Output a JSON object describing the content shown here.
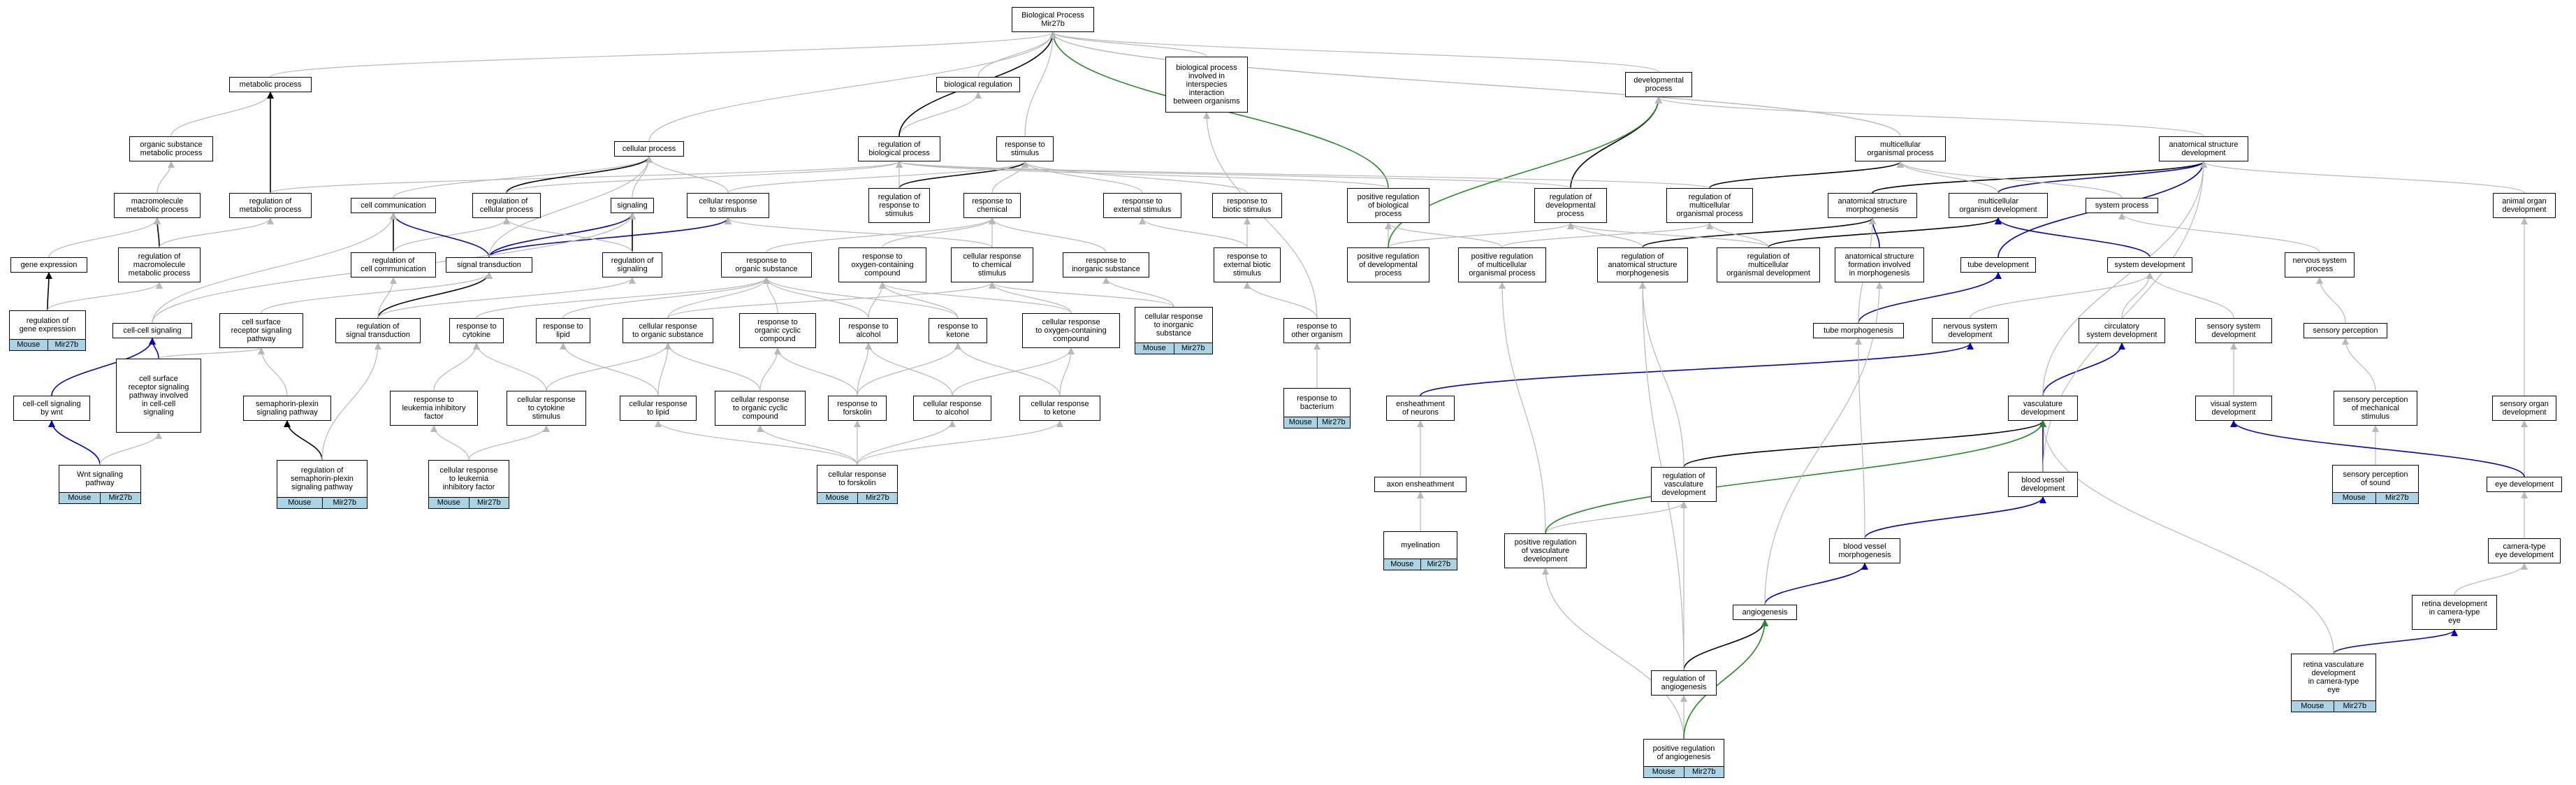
{
  "colors": {
    "gray_edge": "#b8b8b8",
    "black_edge": "#000000",
    "green_edge": "#228b22",
    "blue_edge": "#0000cc",
    "tag_bg": "#a8d4e6"
  },
  "nodes": [
    {
      "id": "bp",
      "label": "Biological Process\nMir27b"
    },
    {
      "id": "metab",
      "label": "metabolic process"
    },
    {
      "id": "bioreg",
      "label": "biological regulation"
    },
    {
      "id": "interspecies",
      "label": "biological process\ninvolved in\ninterspecies\ninteraction\nbetween organisms"
    },
    {
      "id": "devproc",
      "label": "developmental\nprocess"
    },
    {
      "id": "orgsub",
      "label": "organic substance\nmetabolic process"
    },
    {
      "id": "cellproc",
      "label": "cellular process"
    },
    {
      "id": "regbio",
      "label": "regulation of\nbiological process"
    },
    {
      "id": "respstim",
      "label": "response to\nstimulus"
    },
    {
      "id": "multiorg",
      "label": "multicellular\norganismal process"
    },
    {
      "id": "anatdev",
      "label": "anatomical structure\ndevelopment"
    },
    {
      "id": "macro",
      "label": "macromolecule\nmetabolic process"
    },
    {
      "id": "regmetab",
      "label": "regulation of\nmetabolic process"
    },
    {
      "id": "cellcomm",
      "label": "cell communication"
    },
    {
      "id": "regcellproc",
      "label": "regulation of\ncellular process"
    },
    {
      "id": "signaling",
      "label": "signaling"
    },
    {
      "id": "cellrespstim",
      "label": "cellular response\nto stimulus"
    },
    {
      "id": "regrespstim",
      "label": "regulation of\nresponse to\nstimulus"
    },
    {
      "id": "respchem",
      "label": "response to\nchemical"
    },
    {
      "id": "respext",
      "label": "response to\nexternal stimulus"
    },
    {
      "id": "respbiotic",
      "label": "response to\nbiotic stimulus"
    },
    {
      "id": "posregbio",
      "label": "positive regulation\nof biological\nprocess"
    },
    {
      "id": "regdev",
      "label": "regulation of\ndevelopmental\nprocess"
    },
    {
      "id": "regmultiorg",
      "label": "regulation of\nmulticellular\norganismal process"
    },
    {
      "id": "anatmorph",
      "label": "anatomical structure\nmorphogenesis"
    },
    {
      "id": "multidev",
      "label": "multicellular\norganism development"
    },
    {
      "id": "sysproc",
      "label": "system process"
    },
    {
      "id": "animalorgan",
      "label": "animal organ\ndevelopment"
    },
    {
      "id": "geneexp",
      "label": "gene expression"
    },
    {
      "id": "regmacro",
      "label": "regulation of\nmacromolecule\nmetabolic process"
    },
    {
      "id": "regcellcomm",
      "label": "regulation of\ncell communication"
    },
    {
      "id": "sigtrans",
      "label": "signal transduction"
    },
    {
      "id": "regsignaling",
      "label": "regulation of\nsignaling"
    },
    {
      "id": "resporgsub",
      "label": "response to\norganic substance"
    },
    {
      "id": "respoxy",
      "label": "response to\noxygen-containing\ncompound"
    },
    {
      "id": "cellrespchem",
      "label": "cellular response\nto chemical\nstimulus"
    },
    {
      "id": "respinorg",
      "label": "response to\ninorganic substance"
    },
    {
      "id": "respextbiotic",
      "label": "response to\nexternal biotic\nstimulus"
    },
    {
      "id": "posregdev",
      "label": "positive regulation\nof developmental\nprocess"
    },
    {
      "id": "posregmultiorg",
      "label": "positive regulation\nof multicellular\norganismal process"
    },
    {
      "id": "reganatmorph",
      "label": "regulation of\nanatomical structure\nmorphogenesis"
    },
    {
      "id": "regmultidev",
      "label": "regulation of\nmulticellular\norganismal development"
    },
    {
      "id": "anatformmorph",
      "label": "anatomical structure\nformation involved\nin morphogenesis"
    },
    {
      "id": "tubedev",
      "label": "tube development"
    },
    {
      "id": "sysdev",
      "label": "system development"
    },
    {
      "id": "nsproc",
      "label": "nervous system\nprocess"
    },
    {
      "id": "regGeneExp",
      "label": "regulation of\ngene expression",
      "tags": [
        "Mouse",
        "Mir27b"
      ]
    },
    {
      "id": "cellcellsig",
      "label": "cell-cell signaling"
    },
    {
      "id": "cellsurf",
      "label": "cell surface\nreceptor signaling\npathway"
    },
    {
      "id": "regsigtrans",
      "label": "regulation of\nsignal transduction"
    },
    {
      "id": "respcyto",
      "label": "response to\ncytokine"
    },
    {
      "id": "resplipid",
      "label": "response to\nlipid"
    },
    {
      "id": "cellresporgsub",
      "label": "cellular response\nto organic substance"
    },
    {
      "id": "resporgcyc",
      "label": "response to\norganic cyclic\ncompound"
    },
    {
      "id": "respalc",
      "label": "response to\nalcohol"
    },
    {
      "id": "respket",
      "label": "response to\nketone"
    },
    {
      "id": "cellrespoxy",
      "label": "cellular response\nto oxygen-containing\ncompound"
    },
    {
      "id": "cellrespinorg",
      "label": "cellular response\nto inorganic\nsubstance",
      "tags": [
        "Mouse",
        "Mir27b"
      ]
    },
    {
      "id": "respother",
      "label": "response to\nother organism"
    },
    {
      "id": "tubemorph",
      "label": "tube morphogenesis"
    },
    {
      "id": "nsdev",
      "label": "nervous system\ndevelopment"
    },
    {
      "id": "circdev",
      "label": "circulatory\nsystem development"
    },
    {
      "id": "sensdev",
      "label": "sensory system\ndevelopment"
    },
    {
      "id": "sensperc",
      "label": "sensory perception"
    },
    {
      "id": "cellcellwnt",
      "label": "cell-cell signaling\nby wnt"
    },
    {
      "id": "cellsurfcc",
      "label": "cell surface\nreceptor signaling\npathway involved\nin cell-cell\nsignaling"
    },
    {
      "id": "semaphorin",
      "label": "semaphorin-plexin\nsignaling pathway"
    },
    {
      "id": "respleuk",
      "label": "response to\nleukemia inhibitory\nfactor"
    },
    {
      "id": "cellrespcyto",
      "label": "cellular response\nto cytokine\nstimulus"
    },
    {
      "id": "cellresplipid",
      "label": "cellular response\nto lipid"
    },
    {
      "id": "cellresporgcyc",
      "label": "cellular response\nto organic cyclic\ncompound"
    },
    {
      "id": "respforsk",
      "label": "response to\nforskolin"
    },
    {
      "id": "cellrespalc",
      "label": "cellular response\nto alcohol"
    },
    {
      "id": "cellrespket",
      "label": "cellular response\nto ketone"
    },
    {
      "id": "respbact",
      "label": "response to\nbacterium",
      "tags": [
        "Mouse",
        "Mir27b"
      ]
    },
    {
      "id": "ensheath",
      "label": "ensheathment\nof neurons"
    },
    {
      "id": "vascdev",
      "label": "vasculature\ndevelopment"
    },
    {
      "id": "visdev",
      "label": "visual system\ndevelopment"
    },
    {
      "id": "sensmech",
      "label": "sensory perception\nof mechanical\nstimulus"
    },
    {
      "id": "sensorgan",
      "label": "sensory organ\ndevelopment"
    },
    {
      "id": "wnt",
      "label": "Wnt signaling\npathway",
      "tags": [
        "Mouse",
        "Mir27b"
      ]
    },
    {
      "id": "regsema",
      "label": "regulation of\nsemaphorin-plexin\nsignaling pathway",
      "tags": [
        "Mouse",
        "Mir27b"
      ]
    },
    {
      "id": "cellrespleuk",
      "label": "cellular response\nto leukemia\ninhibitory factor",
      "tags": [
        "Mouse",
        "Mir27b"
      ]
    },
    {
      "id": "cellrespforsk",
      "label": "cellular response\nto forskolin",
      "tags": [
        "Mouse",
        "Mir27b"
      ]
    },
    {
      "id": "axon",
      "label": "axon ensheathment"
    },
    {
      "id": "regvasc",
      "label": "regulation of\nvasculature\ndevelopment"
    },
    {
      "id": "bvdev",
      "label": "blood vessel\ndevelopment"
    },
    {
      "id": "senssound",
      "label": "sensory perception\nof sound",
      "tags": [
        "Mouse",
        "Mir27b"
      ]
    },
    {
      "id": "eyedev",
      "label": "eye development"
    },
    {
      "id": "myel",
      "label": "myelination",
      "tags": [
        "Mouse",
        "Mir27b"
      ]
    },
    {
      "id": "posregvasc",
      "label": "positive regulation\nof vasculature\ndevelopment"
    },
    {
      "id": "bvmorph",
      "label": "blood vessel\nmorphogenesis"
    },
    {
      "id": "cameye",
      "label": "camera-type\neye development"
    },
    {
      "id": "angio",
      "label": "angiogenesis"
    },
    {
      "id": "retinadev",
      "label": "retina development\nin camera-type\neye"
    },
    {
      "id": "regangio",
      "label": "regulation of\nangiogenesis"
    },
    {
      "id": "retinavasc",
      "label": "retina vasculature\ndevelopment\nin camera-type\neye",
      "tags": [
        "Mouse",
        "Mir27b"
      ]
    },
    {
      "id": "posregangio",
      "label": "positive regulation\nof angiogenesis",
      "tags": [
        "Mouse",
        "Mir27b"
      ]
    }
  ],
  "edges": [
    [
      "metab",
      "bp",
      "gray"
    ],
    [
      "bioreg",
      "bp",
      "gray"
    ],
    [
      "interspecies",
      "bp",
      "gray"
    ],
    [
      "devproc",
      "bp",
      "gray"
    ],
    [
      "cellproc",
      "bp",
      "gray"
    ],
    [
      "respstim",
      "bp",
      "gray"
    ],
    [
      "multiorg",
      "bp",
      "gray"
    ],
    [
      "regbio",
      "bioreg",
      "gray"
    ],
    [
      "regbio",
      "bp",
      "black"
    ],
    [
      "posregbio",
      "bp",
      "green"
    ],
    [
      "orgsub",
      "metab",
      "gray"
    ],
    [
      "regmetab",
      "metab",
      "black"
    ],
    [
      "macro",
      "orgsub",
      "gray"
    ],
    [
      "regmetab",
      "regbio",
      "gray"
    ],
    [
      "regmacro",
      "macro",
      "black"
    ],
    [
      "regmacro",
      "regmetab",
      "gray"
    ],
    [
      "geneexp",
      "macro",
      "gray"
    ],
    [
      "regGeneExp",
      "geneexp",
      "black"
    ],
    [
      "regGeneExp",
      "regmacro",
      "gray"
    ],
    [
      "cellcomm",
      "cellproc",
      "gray"
    ],
    [
      "regcellproc",
      "cellproc",
      "black"
    ],
    [
      "regcellproc",
      "regbio",
      "gray"
    ],
    [
      "signaling",
      "cellproc",
      "gray"
    ],
    [
      "cellrespstim",
      "cellproc",
      "gray"
    ],
    [
      "cellrespstim",
      "respstim",
      "gray"
    ],
    [
      "regrespstim",
      "respstim",
      "black"
    ],
    [
      "regrespstim",
      "regbio",
      "gray"
    ],
    [
      "respchem",
      "respstim",
      "gray"
    ],
    [
      "respext",
      "respstim",
      "gray"
    ],
    [
      "respbiotic",
      "respstim",
      "gray"
    ],
    [
      "regcellcomm",
      "cellcomm",
      "black"
    ],
    [
      "regcellcomm",
      "regcellproc",
      "gray"
    ],
    [
      "sigtrans",
      "cellcomm",
      "blue"
    ],
    [
      "sigtrans",
      "signaling",
      "blue"
    ],
    [
      "sigtrans",
      "cellrespstim",
      "blue"
    ],
    [
      "sigtrans",
      "cellproc",
      "gray"
    ],
    [
      "regsignaling",
      "signaling",
      "black"
    ],
    [
      "regsignaling",
      "regcellproc",
      "gray"
    ],
    [
      "regsigtrans",
      "sigtrans",
      "black"
    ],
    [
      "regsigtrans",
      "regsignaling",
      "gray"
    ],
    [
      "regsigtrans",
      "regcellcomm",
      "gray"
    ],
    [
      "cellcellsig",
      "cellcomm",
      "gray"
    ],
    [
      "cellcellsig",
      "signaling",
      "gray"
    ],
    [
      "cellsurf",
      "sigtrans",
      "gray"
    ],
    [
      "cellcellwnt",
      "cellcellsig",
      "blue"
    ],
    [
      "cellsurfcc",
      "cellcellsig",
      "blue"
    ],
    [
      "cellsurfcc",
      "cellsurf",
      "gray"
    ],
    [
      "wnt",
      "cellcellwnt",
      "blue"
    ],
    [
      "wnt",
      "cellsurfcc",
      "gray"
    ],
    [
      "semaphorin",
      "cellsurf",
      "gray"
    ],
    [
      "regsema",
      "semaphorin",
      "black"
    ],
    [
      "regsema",
      "regsigtrans",
      "gray"
    ],
    [
      "resporgsub",
      "respchem",
      "gray"
    ],
    [
      "respoxy",
      "respchem",
      "gray"
    ],
    [
      "cellrespchem",
      "respchem",
      "gray"
    ],
    [
      "cellrespchem",
      "cellrespstim",
      "gray"
    ],
    [
      "respinorg",
      "respchem",
      "gray"
    ],
    [
      "cellrespinorg",
      "respinorg",
      "gray"
    ],
    [
      "cellrespinorg",
      "cellrespchem",
      "gray"
    ],
    [
      "respcyto",
      "resporgsub",
      "gray"
    ],
    [
      "resplipid",
      "resporgsub",
      "gray"
    ],
    [
      "cellresporgsub",
      "resporgsub",
      "gray"
    ],
    [
      "cellresporgsub",
      "cellrespchem",
      "gray"
    ],
    [
      "resporgcyc",
      "resporgsub",
      "gray"
    ],
    [
      "respalc",
      "respoxy",
      "gray"
    ],
    [
      "respalc",
      "resporgsub",
      "gray"
    ],
    [
      "respket",
      "respoxy",
      "gray"
    ],
    [
      "respket",
      "resporgsub",
      "gray"
    ],
    [
      "cellrespoxy",
      "respoxy",
      "gray"
    ],
    [
      "cellrespoxy",
      "cellrespchem",
      "gray"
    ],
    [
      "respleuk",
      "respcyto",
      "gray"
    ],
    [
      "cellrespcyto",
      "respcyto",
      "gray"
    ],
    [
      "cellrespcyto",
      "cellresporgsub",
      "gray"
    ],
    [
      "cellrespleuk",
      "respleuk",
      "gray"
    ],
    [
      "cellrespleuk",
      "cellrespcyto",
      "gray"
    ],
    [
      "cellresplipid",
      "resplipid",
      "gray"
    ],
    [
      "cellresplipid",
      "cellresporgsub",
      "gray"
    ],
    [
      "cellresporgcyc",
      "resporgcyc",
      "gray"
    ],
    [
      "cellresporgcyc",
      "cellresporgsub",
      "gray"
    ],
    [
      "respforsk",
      "resporgcyc",
      "gray"
    ],
    [
      "respforsk",
      "respalc",
      "gray"
    ],
    [
      "respforsk",
      "respket",
      "gray"
    ],
    [
      "cellrespalc",
      "respalc",
      "gray"
    ],
    [
      "cellrespalc",
      "cellrespoxy",
      "gray"
    ],
    [
      "cellrespket",
      "respket",
      "gray"
    ],
    [
      "cellrespket",
      "cellrespoxy",
      "gray"
    ],
    [
      "cellrespforsk",
      "respforsk",
      "gray"
    ],
    [
      "cellrespforsk",
      "cellresporgcyc",
      "gray"
    ],
    [
      "cellrespforsk",
      "cellrespalc",
      "gray"
    ],
    [
      "cellrespforsk",
      "cellrespket",
      "gray"
    ],
    [
      "cellrespforsk",
      "cellresplipid",
      "gray"
    ],
    [
      "respextbiotic",
      "respext",
      "gray"
    ],
    [
      "respextbiotic",
      "respbiotic",
      "gray"
    ],
    [
      "respother",
      "respextbiotic",
      "gray"
    ],
    [
      "respother",
      "interspecies",
      "gray"
    ],
    [
      "respbact",
      "respother",
      "gray"
    ],
    [
      "posregbio",
      "regbio",
      "gray"
    ],
    [
      "regdev",
      "devproc",
      "black"
    ],
    [
      "regdev",
      "regbio",
      "gray"
    ],
    [
      "posregdev",
      "posregbio",
      "gray"
    ],
    [
      "posregdev",
      "regdev",
      "gray"
    ],
    [
      "posregdev",
      "devproc",
      "green"
    ],
    [
      "regmultiorg",
      "multiorg",
      "black"
    ],
    [
      "regmultiorg",
      "regbio",
      "gray"
    ],
    [
      "posregmultiorg",
      "regmultiorg",
      "gray"
    ],
    [
      "posregmultiorg",
      "posregbio",
      "gray"
    ],
    [
      "anatdev",
      "devproc",
      "gray"
    ],
    [
      "multiorg",
      "bp",
      "gray"
    ],
    [
      "anatmorph",
      "anatdev",
      "black"
    ],
    [
      "multidev",
      "anatdev",
      "blue"
    ],
    [
      "multidev",
      "multiorg",
      "gray"
    ],
    [
      "sysproc",
      "multiorg",
      "gray"
    ],
    [
      "animalorgan",
      "anatdev",
      "gray"
    ],
    [
      "reganatmorph",
      "anatmorph",
      "black"
    ],
    [
      "reganatmorph",
      "regdev",
      "gray"
    ],
    [
      "regmultidev",
      "multidev",
      "black"
    ],
    [
      "regmultidev",
      "regmultiorg",
      "gray"
    ],
    [
      "regmultidev",
      "regdev",
      "gray"
    ],
    [
      "anatformmorph",
      "anatmorph",
      "blue"
    ],
    [
      "tubedev",
      "anatdev",
      "blue"
    ],
    [
      "sysdev",
      "multidev",
      "blue"
    ],
    [
      "nsproc",
      "sysproc",
      "gray"
    ],
    [
      "tubemorph",
      "tubedev",
      "blue"
    ],
    [
      "tubemorph",
      "anatmorph",
      "gray"
    ],
    [
      "nsdev",
      "sysdev",
      "gray"
    ],
    [
      "circdev",
      "sysdev",
      "gray"
    ],
    [
      "sensdev",
      "sysdev",
      "gray"
    ],
    [
      "sensperc",
      "nsproc",
      "gray"
    ],
    [
      "visdev",
      "sensdev",
      "gray"
    ],
    [
      "sensmech",
      "sensperc",
      "gray"
    ],
    [
      "senssound",
      "sensmech",
      "gray"
    ],
    [
      "sensorgan",
      "animalorgan",
      "gray"
    ],
    [
      "eyedev",
      "sensorgan",
      "gray"
    ],
    [
      "eyedev",
      "visdev",
      "blue"
    ],
    [
      "cameye",
      "eyedev",
      "gray"
    ],
    [
      "retinadev",
      "cameye",
      "gray"
    ],
    [
      "retinavasc",
      "retinadev",
      "blue"
    ],
    [
      "retinavasc",
      "vascdev",
      "gray"
    ],
    [
      "ensheath",
      "nsdev",
      "blue"
    ],
    [
      "axon",
      "ensheath",
      "gray"
    ],
    [
      "myel",
      "axon",
      "gray"
    ],
    [
      "vascdev",
      "circdev",
      "blue"
    ],
    [
      "vascdev",
      "anatdev",
      "gray"
    ],
    [
      "bvdev",
      "vascdev",
      "blue"
    ],
    [
      "bvdev",
      "anatdev",
      "gray"
    ],
    [
      "regvasc",
      "vascdev",
      "black"
    ],
    [
      "regvasc",
      "reganatmorph",
      "gray"
    ],
    [
      "posregvasc",
      "regvasc",
      "gray"
    ],
    [
      "posregvasc",
      "posregmultiorg",
      "gray"
    ],
    [
      "posregvasc",
      "vascdev",
      "green"
    ],
    [
      "bvmorph",
      "bvdev",
      "blue"
    ],
    [
      "bvmorph",
      "tubemorph",
      "gray"
    ],
    [
      "angio",
      "bvmorph",
      "blue"
    ],
    [
      "angio",
      "anatformmorph",
      "gray"
    ],
    [
      "regangio",
      "angio",
      "black"
    ],
    [
      "regangio",
      "regvasc",
      "gray"
    ],
    [
      "regangio",
      "reganatmorph",
      "gray"
    ],
    [
      "posregangio",
      "regangio",
      "gray"
    ],
    [
      "posregangio",
      "posregvasc",
      "gray"
    ],
    [
      "posregangio",
      "angio",
      "green"
    ]
  ]
}
